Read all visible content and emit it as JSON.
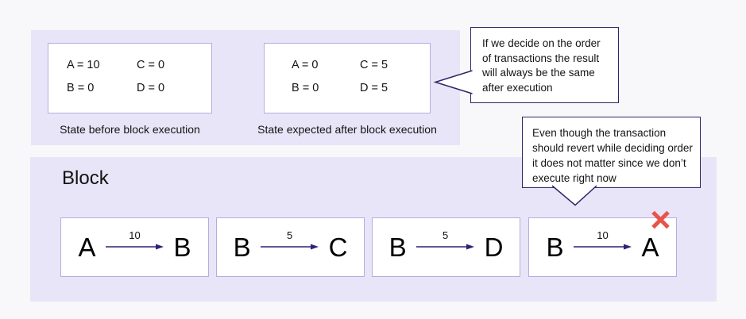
{
  "colors": {
    "page_bg": "#f8f8fa",
    "panel_bg": "#e8e5f8",
    "box_border": "#b3ade3",
    "callout_border": "#2e2566",
    "arrow": "#2d2277",
    "reject_x": "#e85449"
  },
  "icons": {
    "reject": "x-mark",
    "transfer": "right-arrow"
  },
  "state_section": {
    "before": {
      "cells": [
        "A = 10",
        "C = 0",
        "B = 0",
        "D = 0"
      ],
      "caption": "State before block execution"
    },
    "after": {
      "cells": [
        "A = 0",
        "C = 5",
        "B = 0",
        "D = 5"
      ],
      "caption": "State expected after block execution"
    }
  },
  "callouts": {
    "order_note": "If we decide on the order of transactions the result will always be the same after execution",
    "revert_note": "Even though the transaction should revert while deciding order it does not matter since we don’t execute right now"
  },
  "block_section": {
    "title": "Block",
    "transactions": [
      {
        "from": "A",
        "amount": "10",
        "to": "B",
        "rejected": false
      },
      {
        "from": "B",
        "amount": "5",
        "to": "C",
        "rejected": false
      },
      {
        "from": "B",
        "amount": "5",
        "to": "D",
        "rejected": false
      },
      {
        "from": "B",
        "amount": "10",
        "to": "A",
        "rejected": true
      }
    ]
  }
}
